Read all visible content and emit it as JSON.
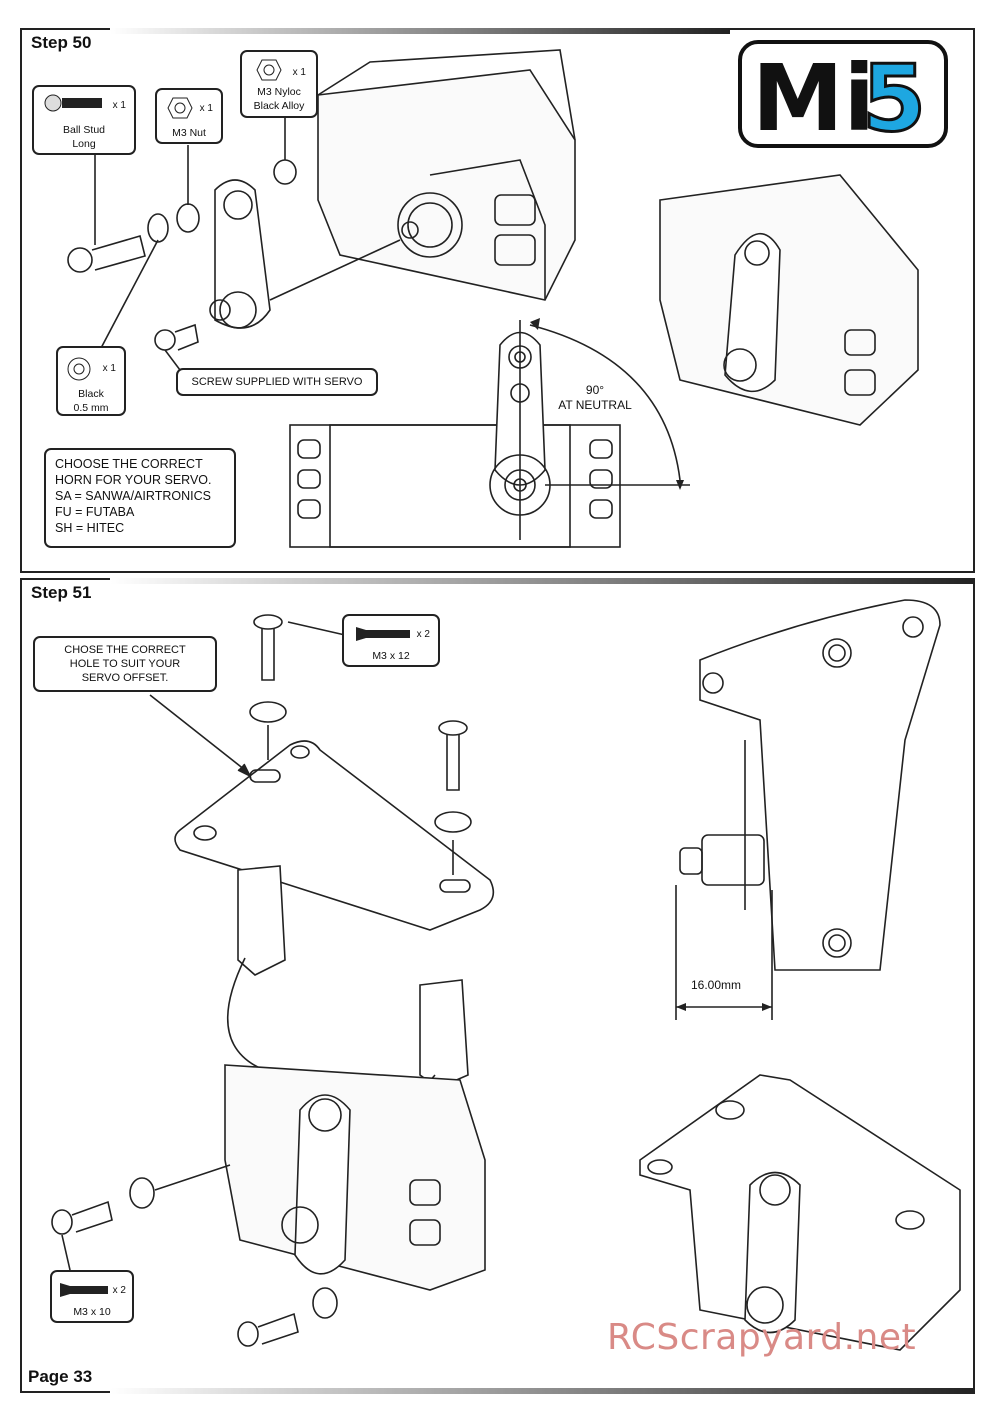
{
  "header": {
    "logo_text_main": "Mi",
    "logo_text_accent": "5",
    "logo_accent_color": "#1ea7e1"
  },
  "step50": {
    "title": "Step 50",
    "parts": [
      {
        "name": "Ball Stud Long",
        "label_line1": "Ball Stud",
        "label_line2": "Long",
        "qty": "x 1"
      },
      {
        "name": "M3 Nut",
        "label_line1": "M3 Nut",
        "label_line2": "",
        "qty": "x 1"
      },
      {
        "name": "M3 Nyloc Black Alloy",
        "label_line1": "M3 Nyloc",
        "label_line2": "Black Alloy",
        "qty": "x 1"
      },
      {
        "name": "Black 0.5 mm",
        "label_line1": "Black",
        "label_line2": "0.5 mm",
        "qty": "x 1"
      }
    ],
    "screw_note": "SCREW SUPPLIED WITH SERVO",
    "angle_line1": "90°",
    "angle_line2": "AT NEUTRAL",
    "horn_note": [
      "CHOOSE THE CORRECT",
      "HORN FOR YOUR SERVO.",
      "SA = SANWA/AIRTRONICS",
      "FU = FUTABA",
      "SH = HITEC"
    ]
  },
  "step51": {
    "title": "Step 51",
    "hole_note": [
      "CHOSE THE CORRECT",
      "HOLE TO SUIT YOUR",
      "SERVO OFFSET."
    ],
    "screw_top": {
      "label": "M3 x 12",
      "qty": "x 2"
    },
    "screw_bottom": {
      "label": "M3 x 10",
      "qty": "x 2"
    },
    "dimension": "16.00mm"
  },
  "footer": {
    "page": "Page 33",
    "watermark": "RCScrapyard.net"
  }
}
